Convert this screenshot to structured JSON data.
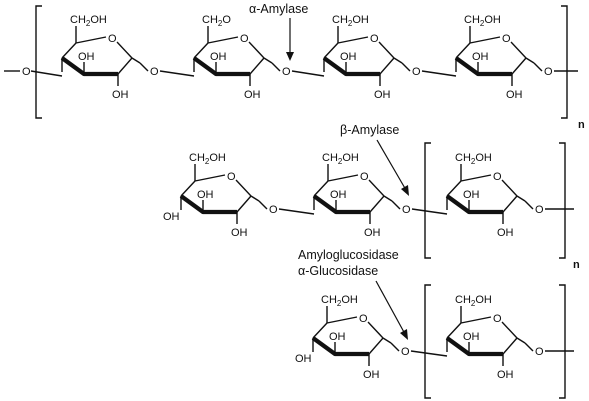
{
  "enzymes": {
    "alpha_amylase": "α-Amylase",
    "beta_amylase": "β-Amylase",
    "amyloglucosidase": "Amyloglucosidase",
    "alpha_glucosidase": "α-Glucosidase"
  },
  "repeat_label": "n",
  "atoms": {
    "oh": "OH",
    "ch2": "CH",
    "ch2_sub": "2",
    "o": "O"
  },
  "rows": [
    {
      "name": "starch-chain",
      "units": 4,
      "bracketed_units": 4
    },
    {
      "name": "after-alpha-amylase",
      "units": 3,
      "bracketed_units": 1
    },
    {
      "name": "after-beta-amylase",
      "units": 2,
      "bracketed_units": 1
    }
  ],
  "colors": {
    "ink": "#111111",
    "background": "#ffffff"
  }
}
